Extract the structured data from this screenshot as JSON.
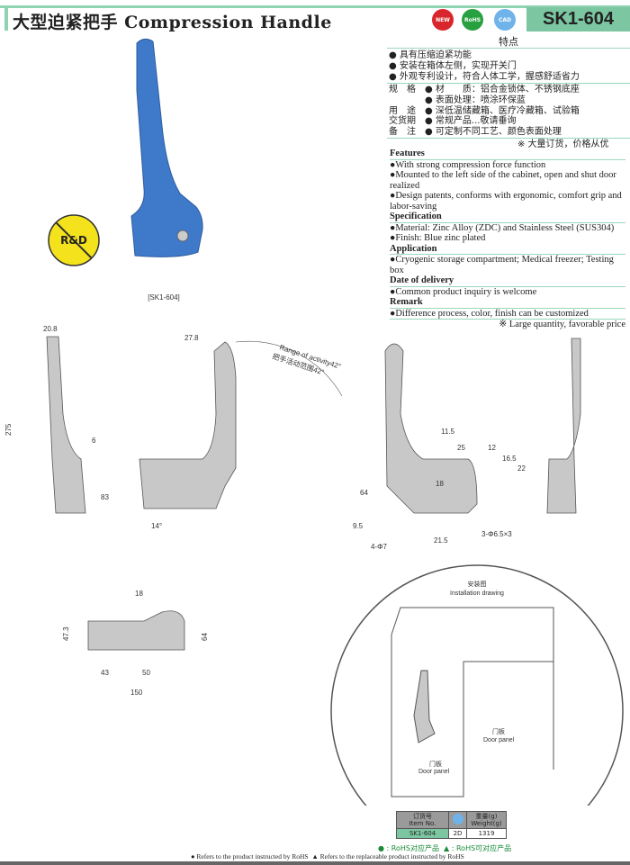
{
  "header": {
    "title": "大型迫紧把手 Compression Handle",
    "badges": {
      "new": "NEW",
      "rohs": "RoHS",
      "cad": "CAD"
    },
    "model": "SK1-604"
  },
  "features_cn": {
    "heading": "特点",
    "bullets": [
      "具有压缩迫紧功能",
      "安装在箱体左侧，实现开关门",
      "外观专利设计，符合人体工学，握感舒适省力"
    ],
    "spec_rows": [
      {
        "label": "规　格",
        "text": "材　　质：铝合金锁体、不锈钢底座"
      },
      {
        "label": "",
        "text": "表面处理：喷涂环保蓝"
      },
      {
        "label": "用　途",
        "text": "深低温储藏箱、医疗冷藏箱、试验箱"
      },
      {
        "label": "交货期",
        "text": "常规产品...敬请垂询"
      },
      {
        "label": "备　注",
        "text": "可定制不同工艺、颜色表面处理"
      }
    ],
    "price_note": "※ 大量订货，价格从优"
  },
  "features_en": {
    "features_title": "Features",
    "features": [
      "With strong compression force function",
      "Mounted to the left side of the cabinet, open and shut door realized",
      "Design patents, conforms with ergonomic, comfort grip and labor-saving"
    ],
    "spec_title": "Specification",
    "spec": [
      "Material: Zinc Alloy (ZDC) and Stainless Steel (SUS304)",
      "Finish: Blue zinc plated"
    ],
    "app_title": "Application",
    "app": [
      "Cryogenic storage compartment; Medical freezer; Testing box"
    ],
    "delivery_title": "Date of delivery",
    "delivery": [
      "Common product inquiry is welcome"
    ],
    "remark_title": "Remark",
    "remark": [
      "Difference process, color, finish can be customized"
    ],
    "price_note": "※ Large quantity, favorable price"
  },
  "product": {
    "caption": "[SK1-604]",
    "rd_label": "R&D",
    "handle_color": "#3f79c9"
  },
  "dimensions": {
    "d20_8": "20.8",
    "d275": "275",
    "d6": "6",
    "d83": "83",
    "d27_8": "27.8",
    "range_en": "Range of activity42°",
    "range_cn": "把手活动范围42°",
    "d14": "14°",
    "d11_5": "11.5",
    "d25": "25",
    "d12": "12",
    "d16_5": "16.5",
    "d22": "22",
    "d18": "18",
    "d64": "64",
    "d9_5": "9.5",
    "d21_5": "21.5",
    "hole1": "3-Φ6.5×3",
    "hole2": "4-Φ7",
    "t18": "18",
    "t47_3": "47.3",
    "t64": "64",
    "t43": "43",
    "t50": "50",
    "t150": "150"
  },
  "installation": {
    "title_cn": "安装图",
    "title_en": "Installation drawing",
    "door_cn": "门板",
    "door_en": "Door panel"
  },
  "order_table": {
    "headers": {
      "item_cn": "订货号",
      "item_en": "Item No.",
      "weight_cn": "重量(g)",
      "weight_en": "Weight(g)"
    },
    "row": {
      "item": "SK1-604",
      "cad": "2D",
      "weight": "1319"
    }
  },
  "footer": {
    "legend_cn_1": "● : RoHS对应产品",
    "legend_cn_2": "▲ : RoHS可对应产品",
    "legend_en_1": "● Refers to the product instructed by RoHS",
    "legend_en_2": "▲ Refers to the replaceable product instructed by RoHS"
  },
  "colors": {
    "accent": "#7cc7a2",
    "handle": "#3f79c9",
    "rd": "#f4e21c"
  }
}
